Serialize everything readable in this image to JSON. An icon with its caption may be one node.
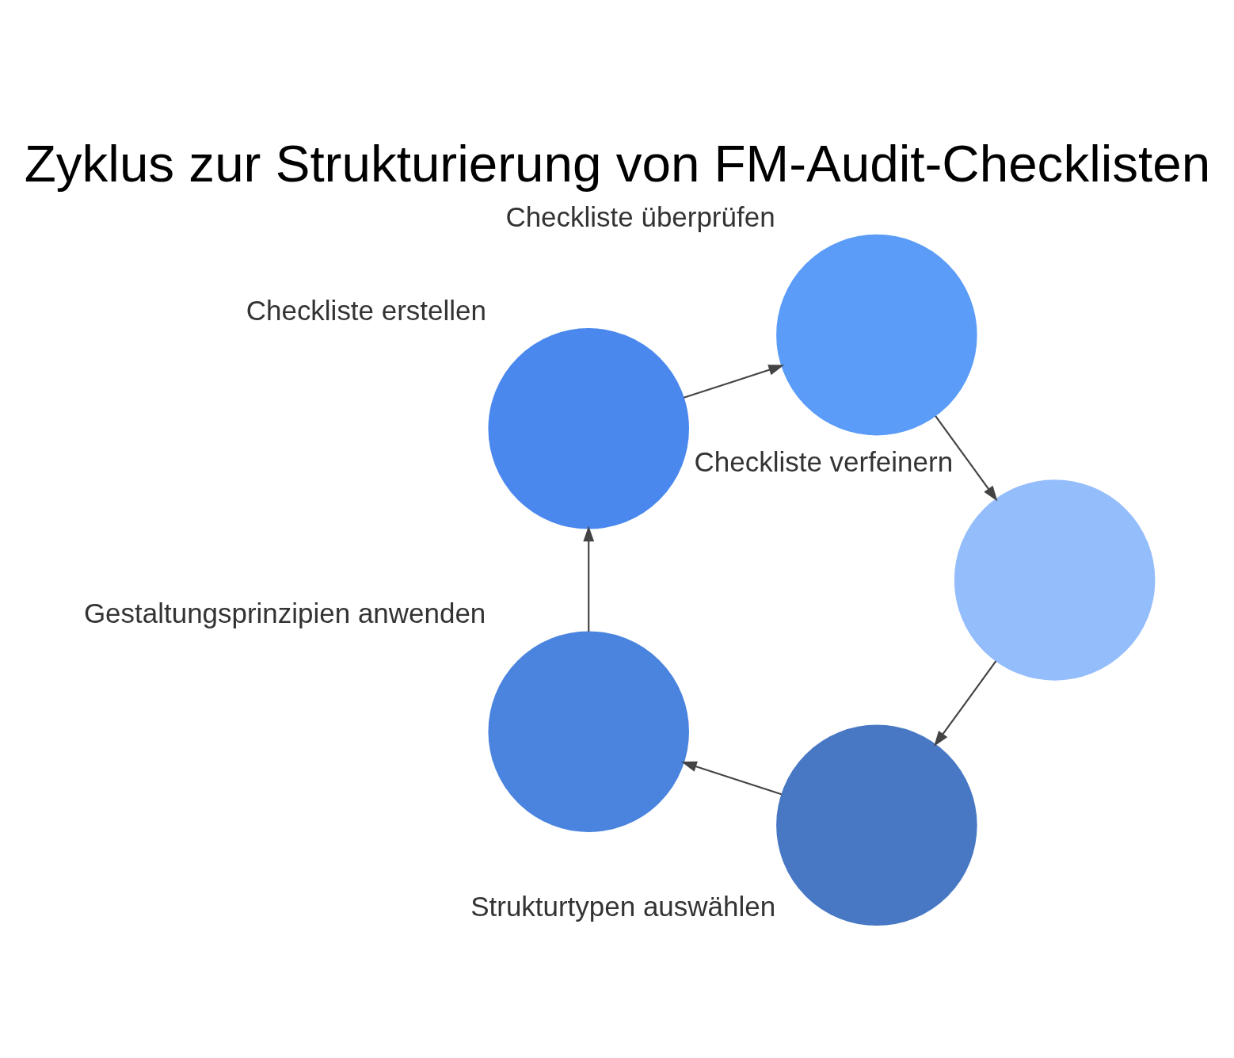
{
  "diagram": {
    "title": "Zyklus zur Strukturierung von FM-Audit-Checklisten",
    "nodes": [
      {
        "text": [
          "Strukturtypen auswählen"
        ]
      },
      {
        "text": [
          "Gestaltungsprinzipien anwenden"
        ]
      },
      {
        "text": [
          "Checkliste erstellen"
        ]
      },
      {
        "text": [
          "Checkliste überprüfen"
        ]
      },
      {
        "text": [
          "Checkliste verfeinern"
        ]
      }
    ],
    "edges": [
      {
        "from": 0,
        "to": 1,
        "arrow": "to"
      },
      {
        "from": 1,
        "to": 2,
        "arrow": "to"
      },
      {
        "from": 2,
        "to": 3,
        "arrow": "to"
      },
      {
        "from": 3,
        "to": 4,
        "arrow": "to"
      },
      {
        "from": 4,
        "to": 0,
        "arrow": "to"
      }
    ]
  }
}
